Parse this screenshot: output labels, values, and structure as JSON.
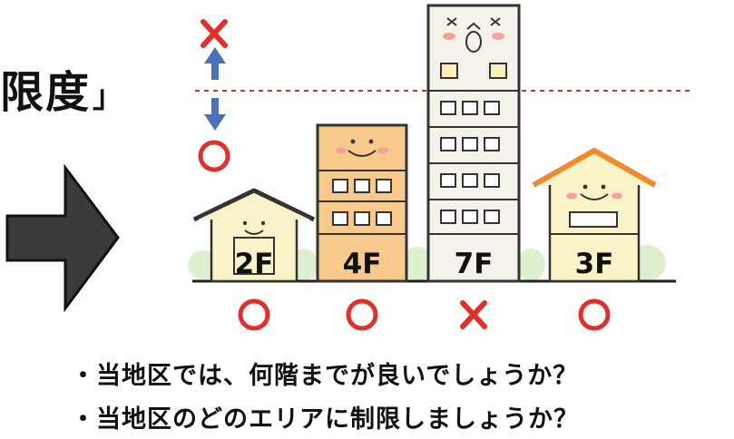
{
  "heading_fragment": "限度",
  "heading_bracket": "」",
  "symbols": {
    "ok": "○",
    "ng": "×"
  },
  "buildings": [
    {
      "floors": "2F",
      "verdict": "○"
    },
    {
      "floors": "4F",
      "verdict": "○"
    },
    {
      "floors": "7F",
      "verdict": "×"
    },
    {
      "floors": "3F",
      "verdict": "○"
    }
  ],
  "questions": [
    "・当地区では、何階までが良いでしょうか？",
    "・当地区のどのエリアに制限しましょうか？"
  ],
  "colors": {
    "ok_red": "#e0302c",
    "ng_red": "#e0302c",
    "arrow_blue": "#4a72b8",
    "limit_line": "#c0392b",
    "house_wall": "#fbf3c8",
    "house4_wall": "#f7c98a",
    "tower_wall": "#f4f2ea",
    "house3_roof": "#f08a2c",
    "big_arrow": "#3a3a3a"
  },
  "icons": [
    "big-right-arrow-icon",
    "up-arrow-icon",
    "down-arrow-icon",
    "cross-icon",
    "circle-icon"
  ]
}
